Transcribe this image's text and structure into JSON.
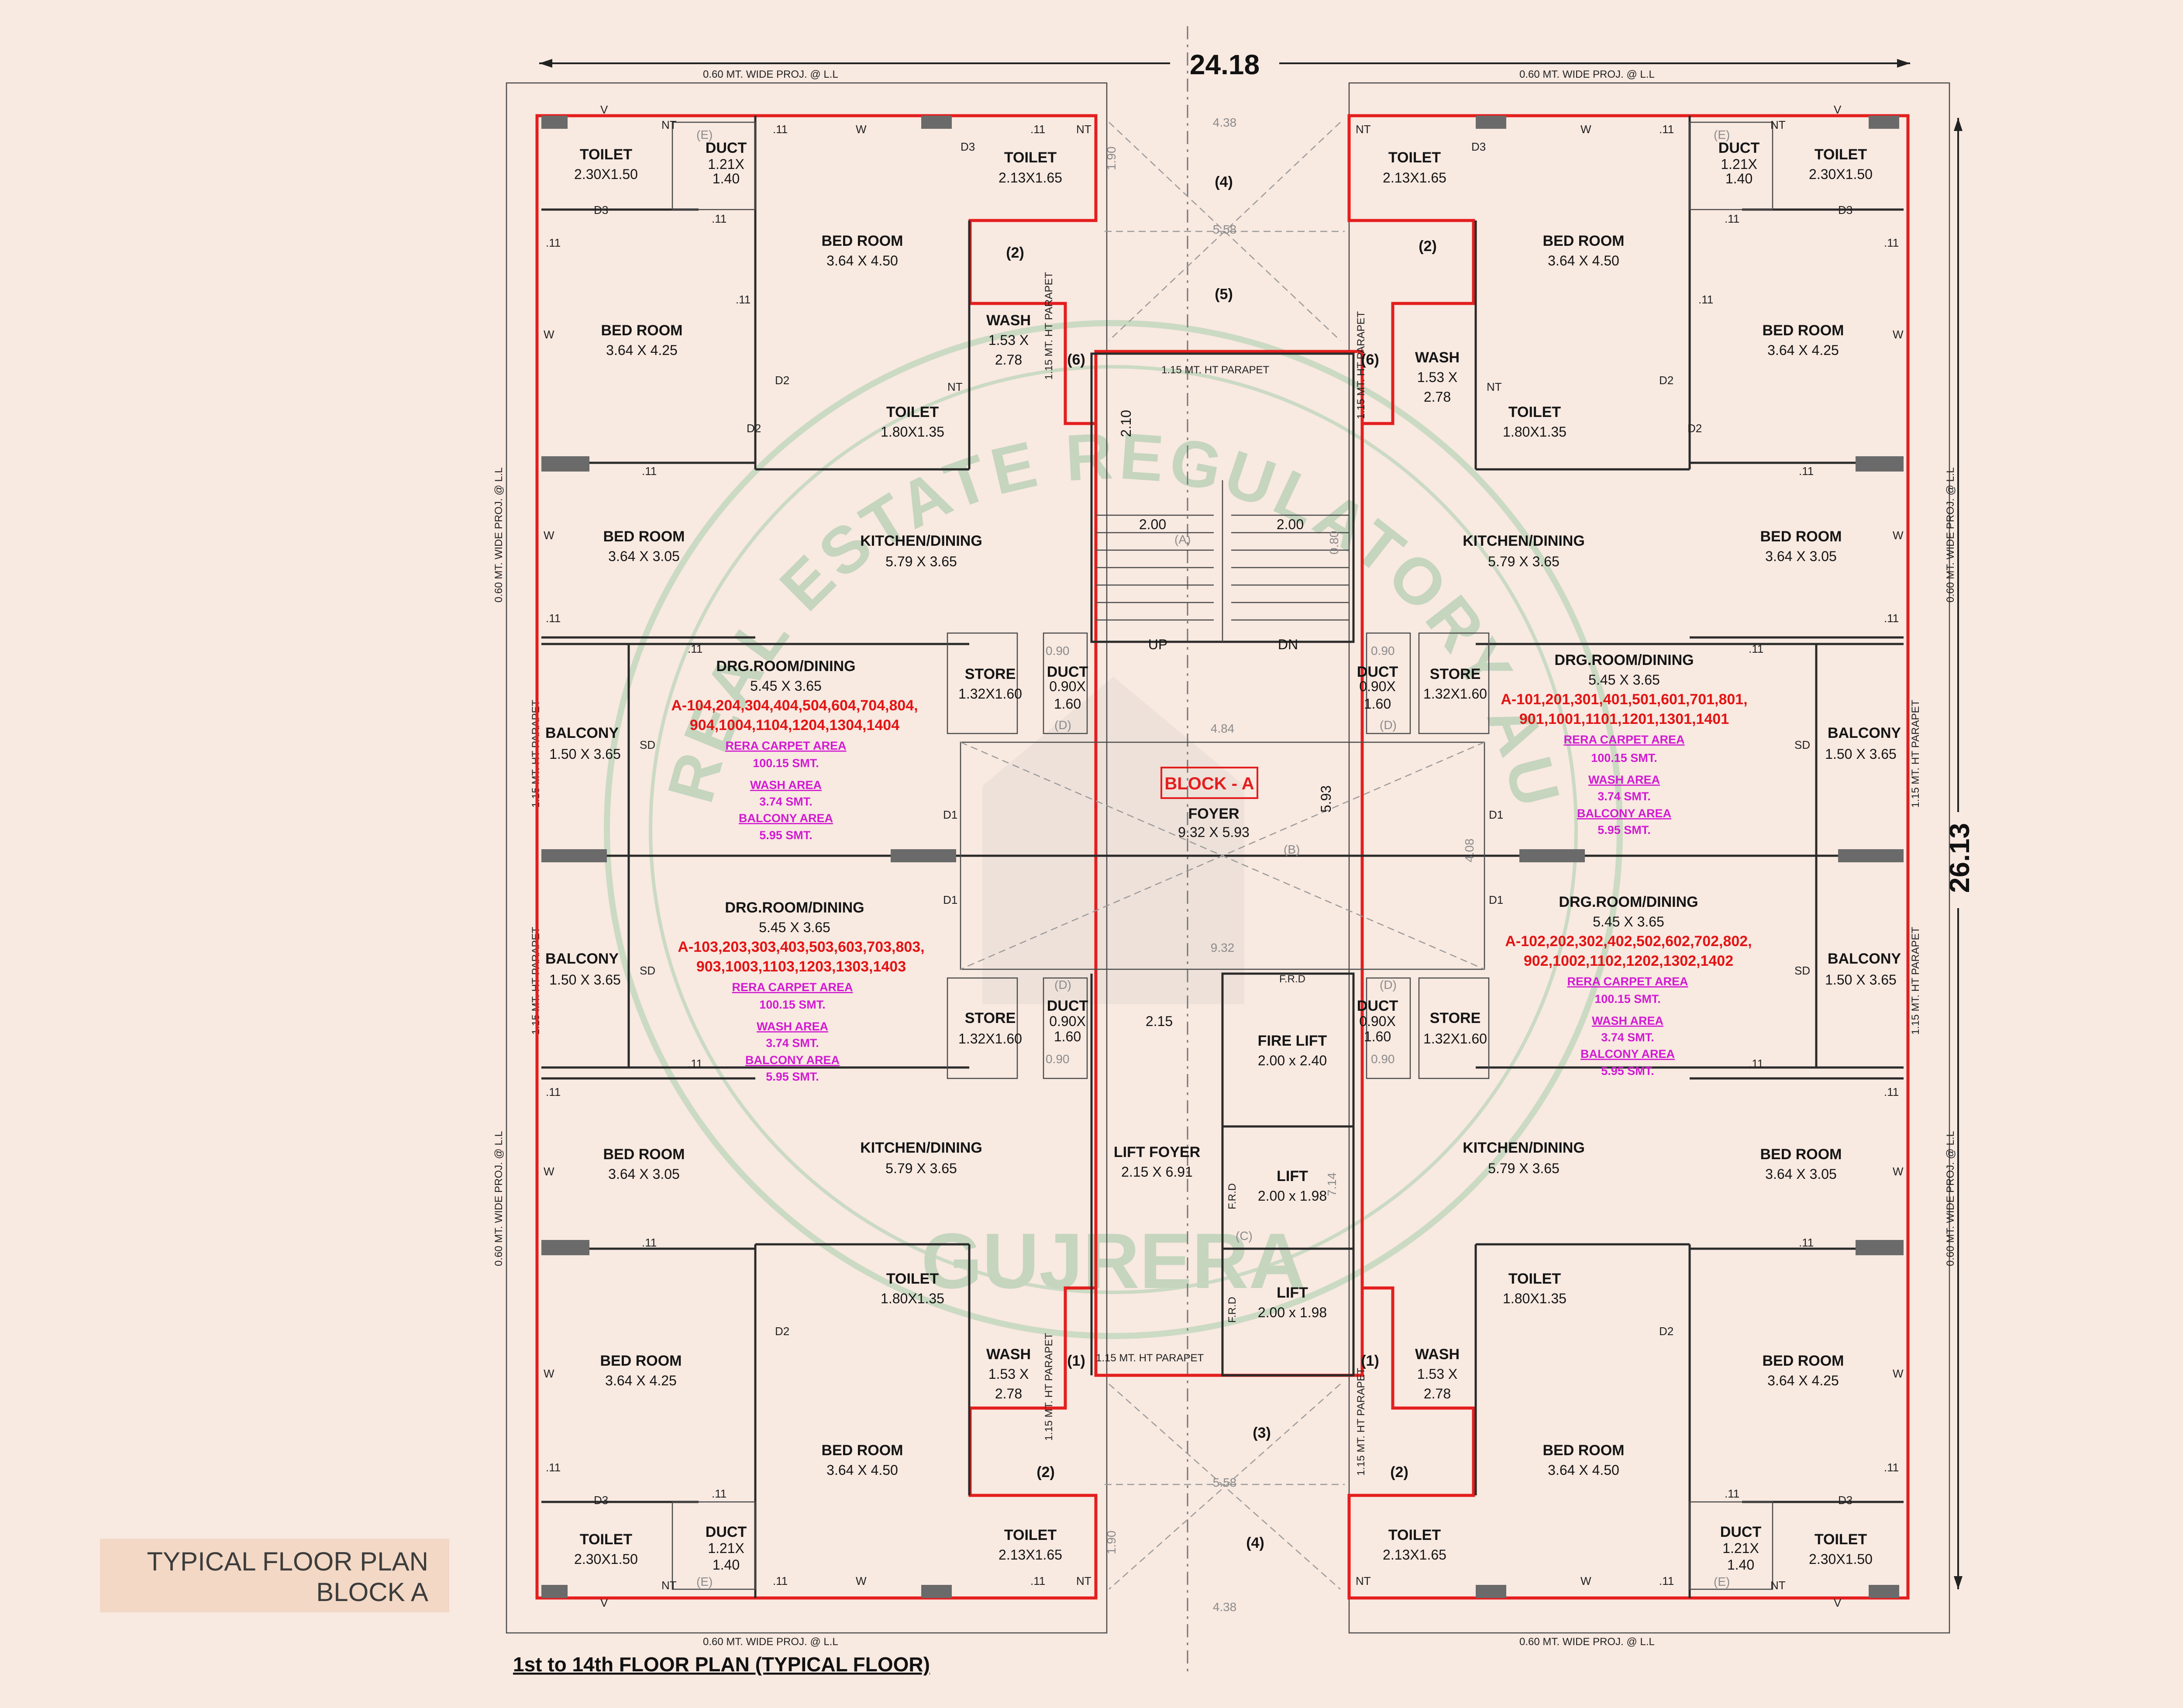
{
  "overall": {
    "width": "24.18",
    "depth": "26.13"
  },
  "caption": "1st to 14th FLOOR PLAN (TYPICAL FLOOR)",
  "tag": {
    "line1": "TYPICAL FLOOR PLAN",
    "line2": "BLOCK A"
  },
  "proj_label": "0.60 MT. WIDE PROJ. @ L.L",
  "parapet_label": "1.15 MT. HT PARAPET",
  "block_title": "BLOCK - A",
  "rooms": {
    "toilet": "TOILET",
    "duct": "DUCT",
    "bed": "BED ROOM",
    "kitchen": "KITCHEN/DINING",
    "drg": "DRG.ROOM/DINING",
    "balcony": "BALCONY",
    "store": "STORE",
    "wash": "WASH",
    "foyer": "FOYER",
    "lift_foyer": "LIFT FOYER",
    "fire_lift": "FIRE LIFT",
    "lift": "LIFT"
  },
  "sizes": {
    "toilet_a": "2.30X1.50",
    "toilet_b": "2.13X1.65",
    "toilet_c": "1.80X1.35",
    "duct_a": "1.21X",
    "duct_a2": "1.40",
    "duct_b": "0.90X",
    "duct_b2": "1.60",
    "bed_a": "3.64 X 4.50",
    "bed_b": "3.64 X 4.25",
    "bed_c": "3.64 X 3.05",
    "kitchen": "5.79 X 3.65",
    "drg": "5.45 X 3.65",
    "balcony": "1.50 X 3.65",
    "store": "1.32X1.60",
    "wash": "1.53 X",
    "wash2": "2.78",
    "foyer": "9.32 X 5.93",
    "lift_foyer": "2.15 X 6.91",
    "fire_lift": "2.00 x 2.40",
    "lift": "2.00 x 1.98"
  },
  "units": [
    {
      "nos_1": "A-104,204,304,404,504,604,704,804,",
      "nos_2": "904,1004,1104,1204,1304,1404"
    },
    {
      "nos_1": "A-101,201,301,401,501,601,701,801,",
      "nos_2": "901,1001,1101,1201,1301,1401"
    },
    {
      "nos_1": "A-103,203,303,403,503,603,703,803,",
      "nos_2": "903,1003,1103,1203,1303,1403"
    },
    {
      "nos_1": "A-102,202,302,402,502,602,702,802,",
      "nos_2": "902,1002,1102,1202,1302,1402"
    }
  ],
  "areas": {
    "rera_label": "RERA CARPET AREA",
    "rera": "100.15 SMT.",
    "wash_label": "WASH AREA",
    "wash": "3.74 SMT.",
    "balcony_label": "BALCONY AREA",
    "balcony": "5.95 SMT."
  },
  "core_dims": {
    "stair_w": "2.00",
    "stair_h": "2.10",
    "foyer_h": "5.93",
    "foyer_w": "9.32",
    "lift_lobby": "2.15",
    "core_h": "7.14",
    "d1": "4.84",
    "d2": "4.08",
    "d3": "4.38",
    "d4": "5.58",
    "d5": "0.80",
    "d6": "1.90"
  },
  "markers": {
    "up": "UP",
    "dn": "DN",
    "frd": "F.R.D",
    "a": "(A)",
    "b": "(B)",
    "c": "(C)",
    "d": "(D)",
    "e": "(E)",
    "n1": "(1)",
    "n2": "(2)",
    "n3": "(3)",
    "n4": "(4)",
    "n5": "(5)",
    "n6": "(6)",
    "nt": "NT",
    "w": "W",
    "v": "V",
    "sd": "SD",
    "d1": "D1",
    "d2": "D2",
    "d3": "D3",
    "x11": ".11",
    "x": "X",
    "ventilator": "0.90"
  },
  "watermark": {
    "line1": "REAL ESTATE REGULATORY AUTHORITY",
    "line2": "GUJRERA"
  },
  "colors": {
    "background": "#f8e9e1",
    "wall": "#2a2a2a",
    "outline": "#e41e1e",
    "unit_no": "#e31414",
    "area": "#d21ad2",
    "watermark": "#8fbf94",
    "tag_bg": "#f2d8c5"
  }
}
